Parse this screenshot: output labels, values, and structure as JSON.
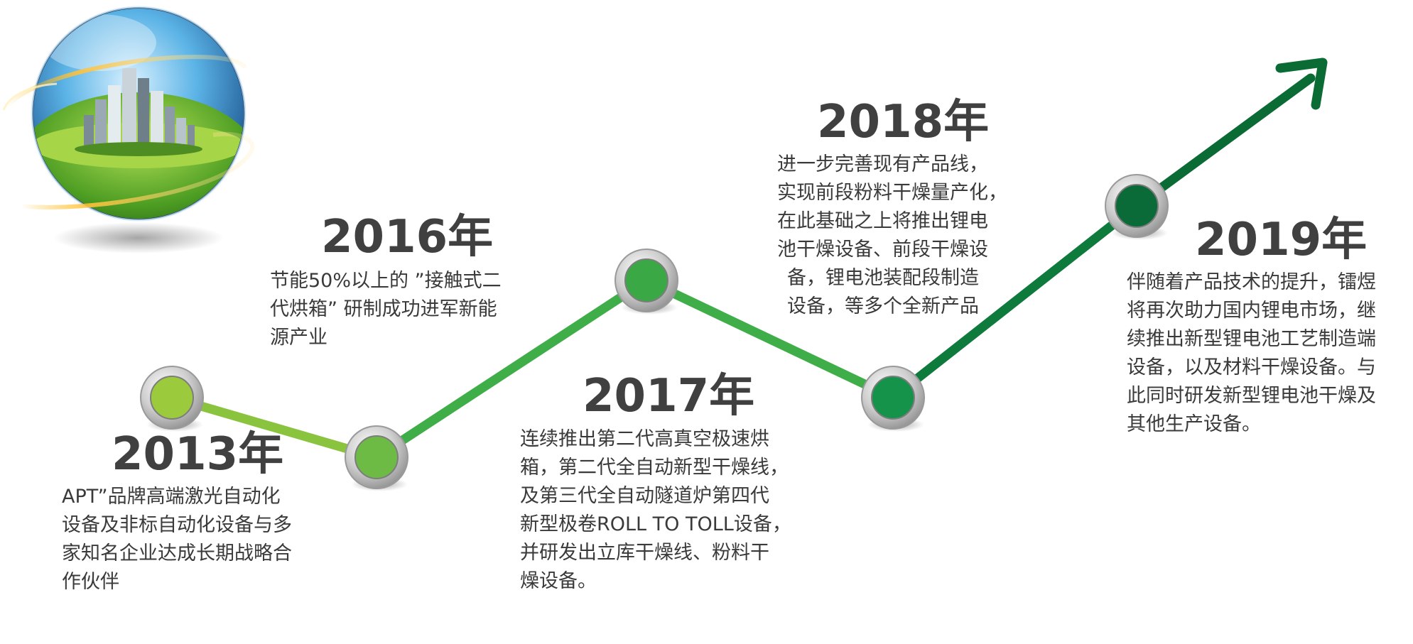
{
  "title": "",
  "colors": {
    "line_light": "#8ac43f",
    "line_mid": "#3fae49",
    "line_dark": "#0e7a3c",
    "arrow": "#0b6b35",
    "year_text": "#404040",
    "desc_text": "#3a3a3a"
  },
  "icon": "globe-city-icon",
  "milestones": [
    {
      "year": "2013年",
      "node_color": "#9bcb3c",
      "lines": [
        "APT”品牌高端激光自动化",
        "设备及非标自动化设备与多",
        "家知名企业达成长期战略合",
        "作伙伴"
      ]
    },
    {
      "year": "2016年",
      "node_color": "#6dba45",
      "lines": [
        "节能50%以上的 ”接触式二",
        "代烘箱” 研制成功进军新能",
        "源产业"
      ]
    },
    {
      "year": "2017年",
      "node_color": "#39a845",
      "lines": [
        "连续推出第二代高真空极速烘",
        "箱，第二代全自动新型干燥线，",
        "及第三代全自动隧道炉第四代",
        "新型极卷ROLL TO TOLL设备，",
        "并研发出立库干燥线、粉料干",
        "燥设备。"
      ]
    },
    {
      "year": "2018年",
      "node_color": "#16934a",
      "lines": [
        "进一步完善现有产品线，",
        "实现前段粉料干燥量产化，",
        "在此基础之上将推出锂电",
        "池干燥设备、前段干燥设",
        "备，锂电池装配段制造",
        "设备，等多个全新产品"
      ]
    },
    {
      "year": "2019年",
      "node_color": "#0a6a38",
      "lines": [
        "伴随着产品技术的提升，镭煜",
        "将再次助力国内锂电市场，继",
        "续推出新型锂电池工艺制造端",
        "设备，以及材料干燥设备。与",
        "此同时研发新型锂电池干燥及",
        "其他生产设备。"
      ]
    }
  ]
}
